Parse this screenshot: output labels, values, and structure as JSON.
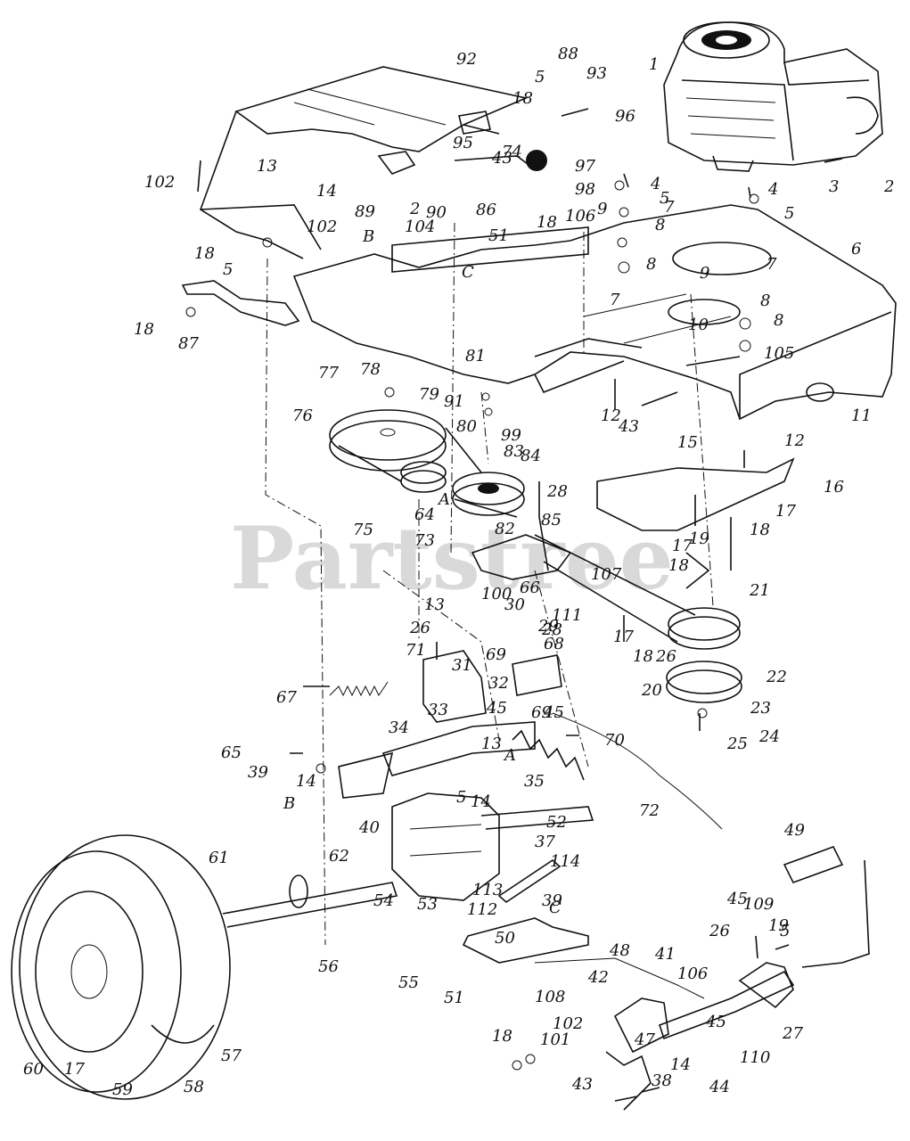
{
  "watermark": "Partstree",
  "part_labels": [
    "1",
    "2",
    "2",
    "3",
    "4",
    "4",
    "5",
    "5",
    "5",
    "5",
    "5",
    "5",
    "6",
    "7",
    "7",
    "7",
    "8",
    "8",
    "8",
    "8",
    "9",
    "9",
    "10",
    "11",
    "12",
    "12",
    "13",
    "13",
    "13",
    "14",
    "14",
    "14",
    "14",
    "15",
    "16",
    "17",
    "17",
    "17",
    "17",
    "18",
    "18",
    "18",
    "18",
    "18",
    "18",
    "18",
    "18",
    "19",
    "19",
    "20",
    "21",
    "22",
    "23",
    "24",
    "25",
    "26",
    "26",
    "26",
    "27",
    "28",
    "28",
    "29",
    "30",
    "31",
    "32",
    "33",
    "34",
    "35",
    "37",
    "38",
    "39",
    "39",
    "40",
    "41",
    "42",
    "43",
    "43",
    "43",
    "44",
    "45",
    "45",
    "45",
    "45",
    "47",
    "48",
    "49",
    "50",
    "51",
    "51",
    "52",
    "53",
    "54",
    "55",
    "56",
    "57",
    "58",
    "59",
    "60",
    "61",
    "62",
    "64",
    "65",
    "66",
    "67",
    "68",
    "69",
    "69",
    "70",
    "71",
    "72",
    "73",
    "74",
    "75",
    "76",
    "77",
    "78",
    "79",
    "80",
    "81",
    "82",
    "83",
    "84",
    "85",
    "86",
    "87",
    "88",
    "89",
    "90",
    "91",
    "92",
    "93",
    "95",
    "96",
    "97",
    "98",
    "99",
    "100",
    "101",
    "102",
    "102",
    "102",
    "104",
    "105",
    "106",
    "106",
    "107",
    "108",
    "109",
    "110",
    "111",
    "112",
    "113",
    "114"
  ],
  "callouts": [
    "A",
    "A",
    "B",
    "B",
    "C",
    "C"
  ]
}
